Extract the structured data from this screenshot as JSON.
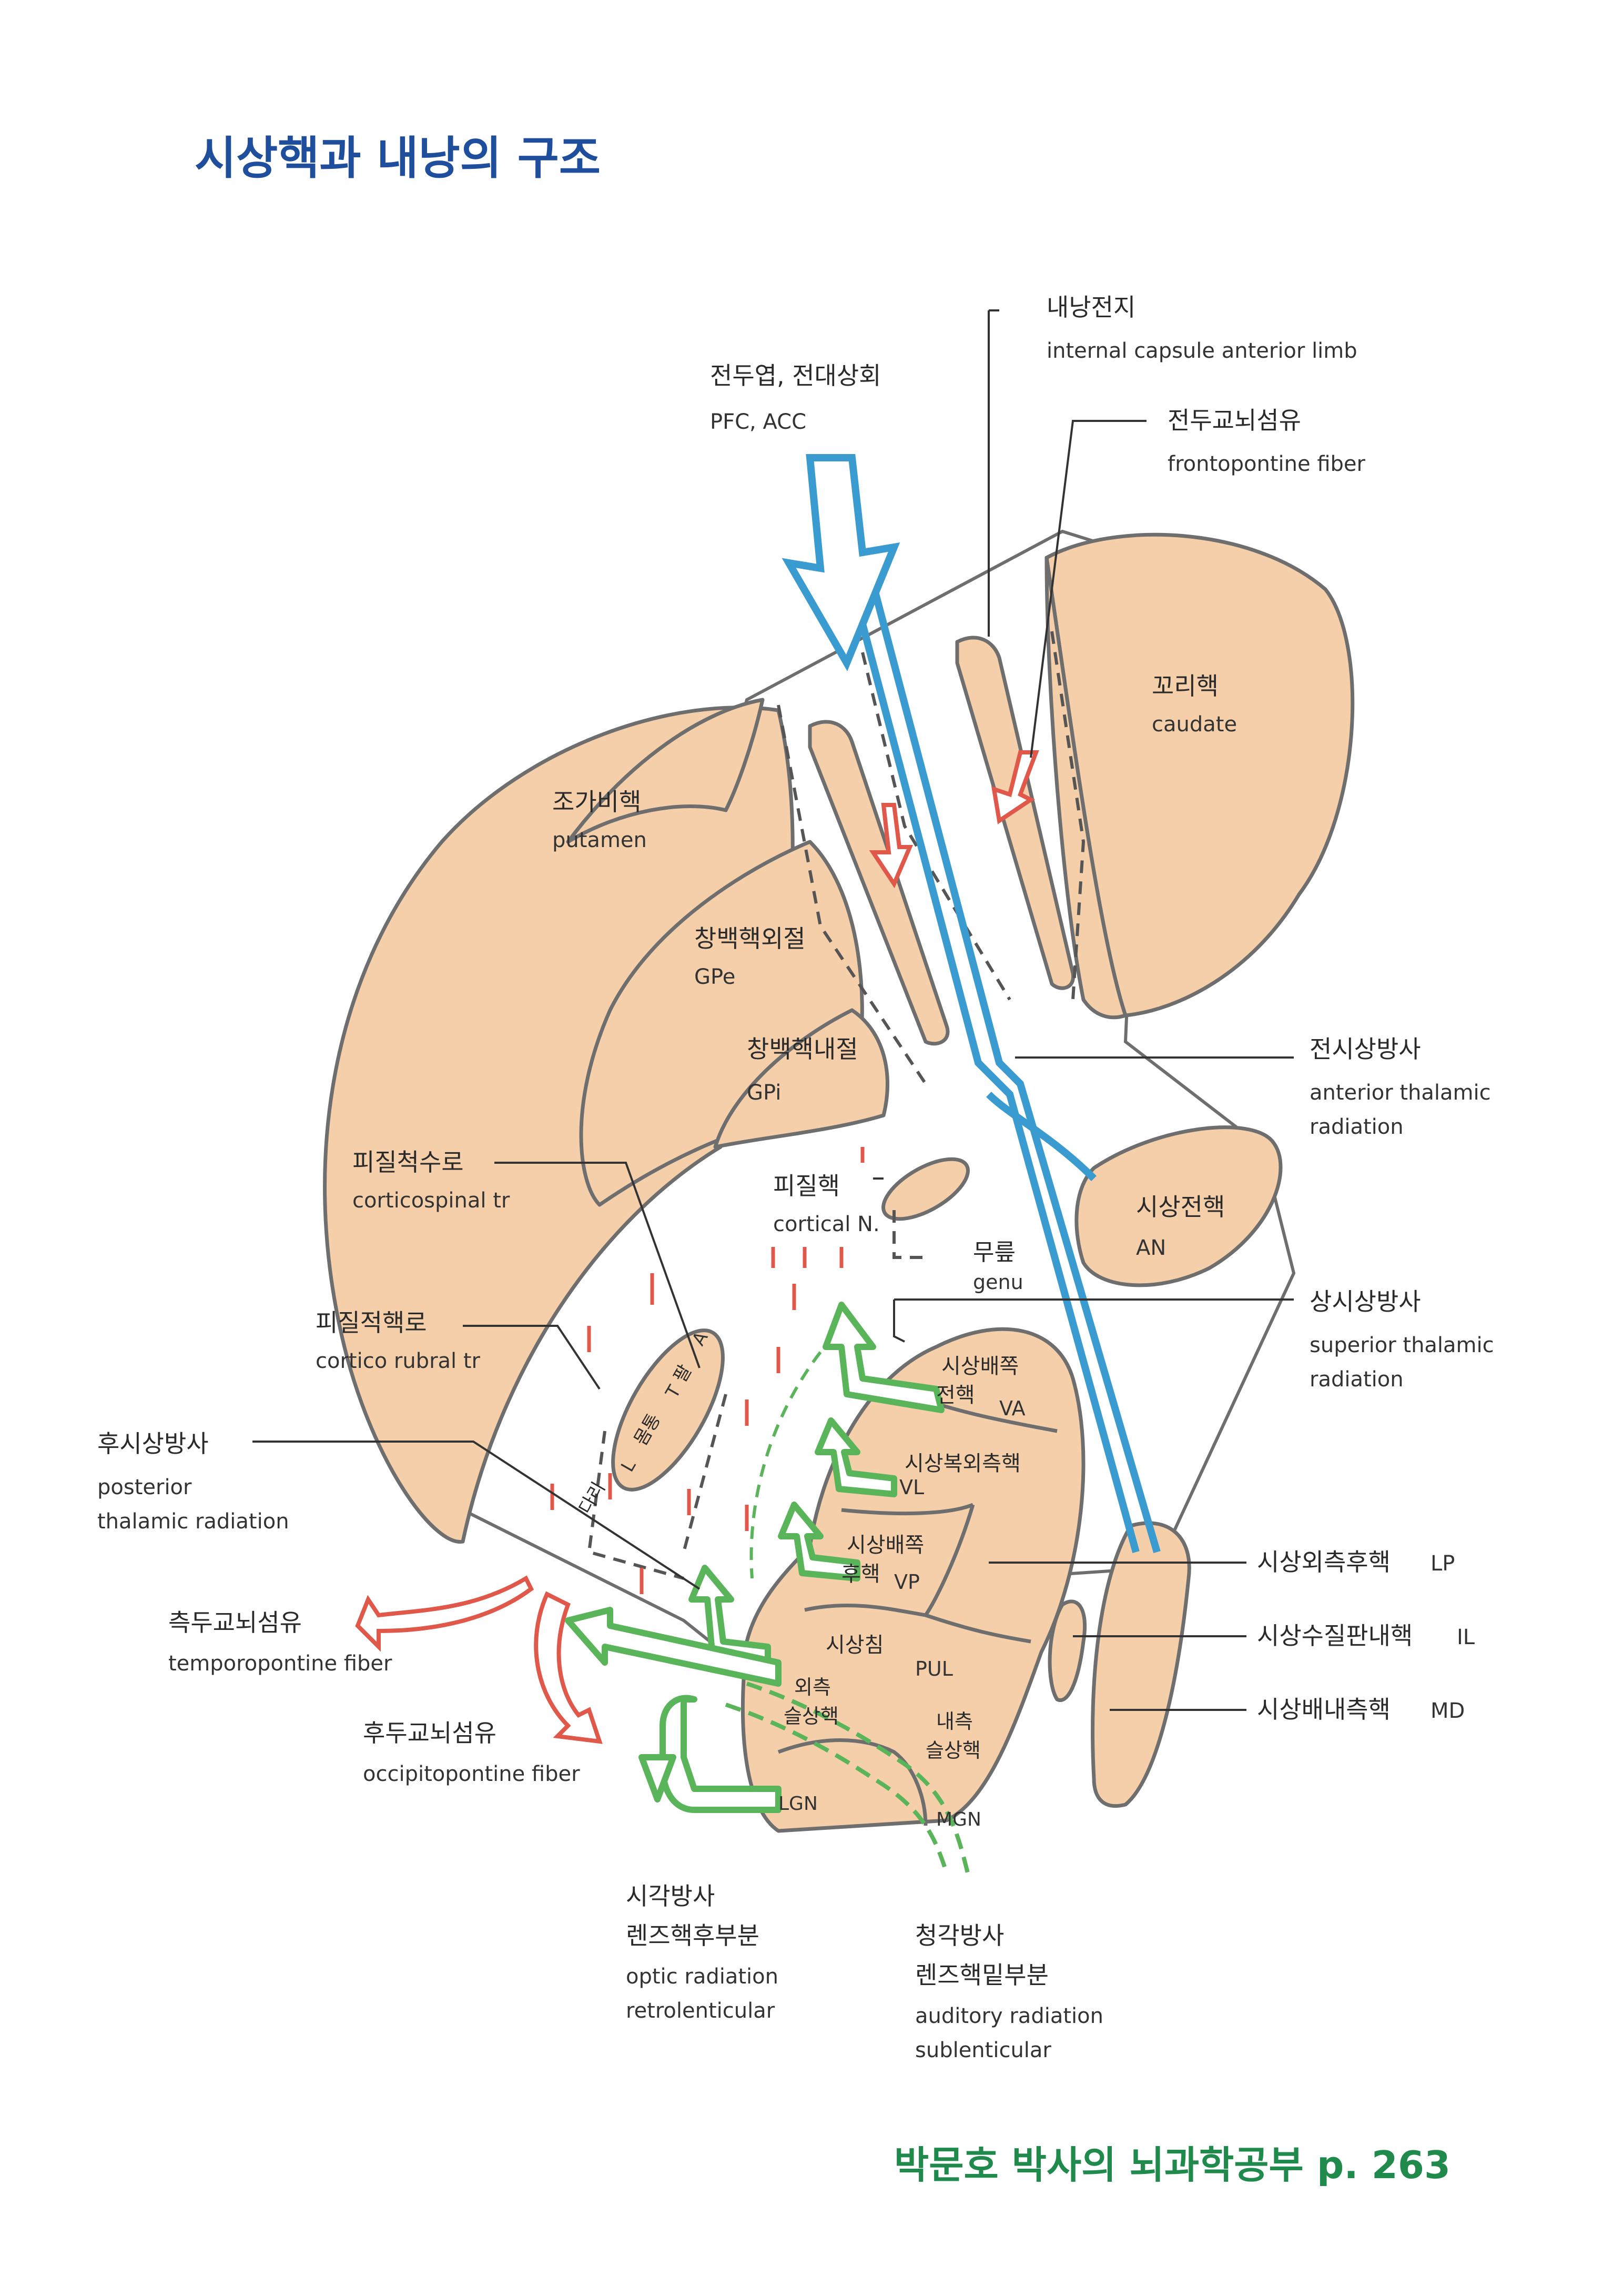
{
  "title": "시상핵과 내낭의 구조",
  "credit": "박문호 박사의 뇌과학공부 p. 263",
  "colors": {
    "title": "#1f4e9c",
    "credit": "#1f8a4c",
    "structure_fill": "#f4cfa9",
    "structure_stroke": "#707070",
    "blue_tract": "#3a9bd0",
    "red_fiber": "#e0584a",
    "green_radiation": "#5ab55a"
  },
  "labels": {
    "pfc": {
      "ko": "전두엽, 전대상회",
      "en": "PFC, ACC"
    },
    "ic_anterior": {
      "ko": "내낭전지",
      "en": "internal capsule anterior limb"
    },
    "frontopontine": {
      "ko": "전두교뇌섬유",
      "en": "frontopontine fiber"
    },
    "caudate": {
      "ko": "꼬리핵",
      "en": "caudate"
    },
    "putamen": {
      "ko": "조가비핵",
      "en": "putamen"
    },
    "gpe": {
      "ko": "창백핵외절",
      "en": "GPe"
    },
    "gpi": {
      "ko": "창백핵내절",
      "en": "GPi"
    },
    "anterior_thalamic": {
      "ko": "전시상방사",
      "en1": "anterior thalamic",
      "en2": "radiation"
    },
    "corticospinal": {
      "ko": "피질척수로",
      "en": "corticospinal tr"
    },
    "cortical_n": {
      "ko": "피질핵",
      "en": "cortical N."
    },
    "an": {
      "ko": "시상전핵",
      "en": "AN"
    },
    "genu": {
      "ko": "무릎",
      "en": "genu"
    },
    "superior_thalamic": {
      "ko": "상시상방사",
      "en1": "superior thalamic",
      "en2": "radiation"
    },
    "corticorubral": {
      "ko": "피질적핵로",
      "en": "cortico rubral tr"
    },
    "va": {
      "ko1": "시상배쪽",
      "ko2": "전핵",
      "en": "VA"
    },
    "vl": {
      "ko": "시상복외측핵",
      "en": "VL"
    },
    "vp": {
      "ko1": "시상배쪽",
      "ko2": "후핵",
      "en": "VP"
    },
    "posterior_thalamic": {
      "ko": "후시상방사",
      "en1": "posterior",
      "en2": "thalamic radiation"
    },
    "lp": {
      "ko": "시상외측후핵",
      "en": "LP"
    },
    "il": {
      "ko": "시상수질판내핵",
      "en": "IL"
    },
    "md": {
      "ko": "시상배내측핵",
      "en": "MD"
    },
    "temporopontine": {
      "ko": "측두교뇌섬유",
      "en": "temporopontine fiber"
    },
    "occipitopontine": {
      "ko": "후두교뇌섬유",
      "en": "occipitopontine fiber"
    },
    "pul": {
      "ko": "시상침",
      "en": "PUL"
    },
    "lgn": {
      "ko1": "외측",
      "ko2": "슬상핵",
      "en": "LGN"
    },
    "mgn": {
      "ko1": "내측",
      "ko2": "슬상핵",
      "en": "MGN"
    },
    "optic": {
      "ko1": "시각방사",
      "ko2": "렌즈핵후부분",
      "en1": "optic radiation",
      "en2": "retrolenticular"
    },
    "auditory": {
      "ko1": "청각방사",
      "ko2": "렌즈핵밑부분",
      "en1": "auditory radiation",
      "en2": "sublenticular"
    },
    "capsule_parts": {
      "knee": "무릎",
      "arm": "팔",
      "a": "A",
      "leg": "다리",
      "l": "L",
      "trunk": "몸통",
      "t": "T"
    }
  }
}
